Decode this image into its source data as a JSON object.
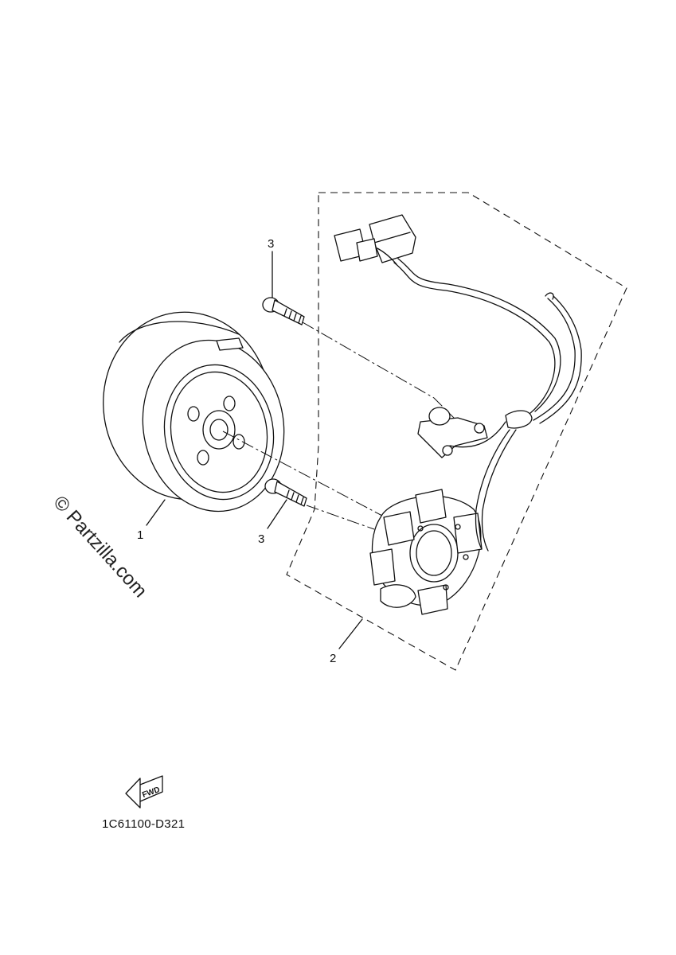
{
  "diagram": {
    "callouts": [
      {
        "id": "1",
        "text": "1"
      },
      {
        "id": "2",
        "text": "2"
      },
      {
        "id": "3a",
        "text": "3"
      },
      {
        "id": "3b",
        "text": "3"
      }
    ],
    "fwd_text": "FWD",
    "drawing_code": "1C61100-D321",
    "watermark": "© Partzilla.com"
  }
}
